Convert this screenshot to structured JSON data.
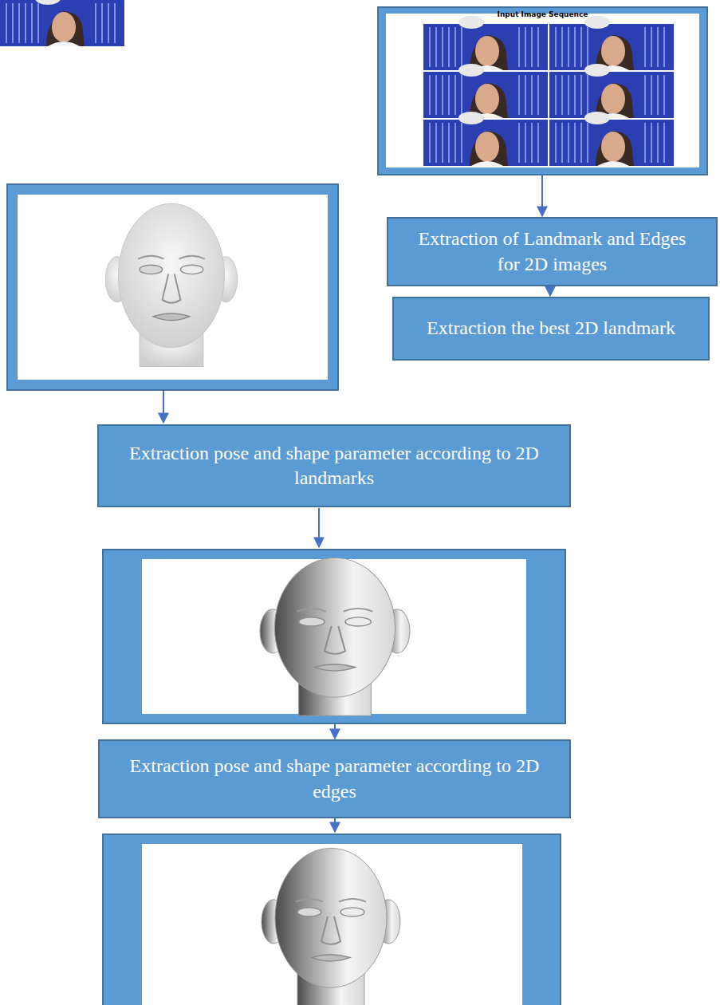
{
  "diagram": {
    "nodes": [
      {
        "text": [
          "Input Image Sequence"
        ]
      },
      {
        "text": [
          "Extraction of Landmark and Edges for 2D images"
        ]
      },
      {
        "text": [
          "Extraction the best 2D landmark"
        ]
      },
      {
        "text": [
          "Extraction pose and shape parameter according to 2D landmarks"
        ]
      },
      {
        "text": [
          "Extraction pose and shape parameter according to 2D edges"
        ]
      }
    ],
    "edges": [
      {
        "from": 0,
        "to": 1,
        "arrow": "to"
      },
      {
        "from": 1,
        "to": 2,
        "arrow": "to"
      }
    ]
  }
}
